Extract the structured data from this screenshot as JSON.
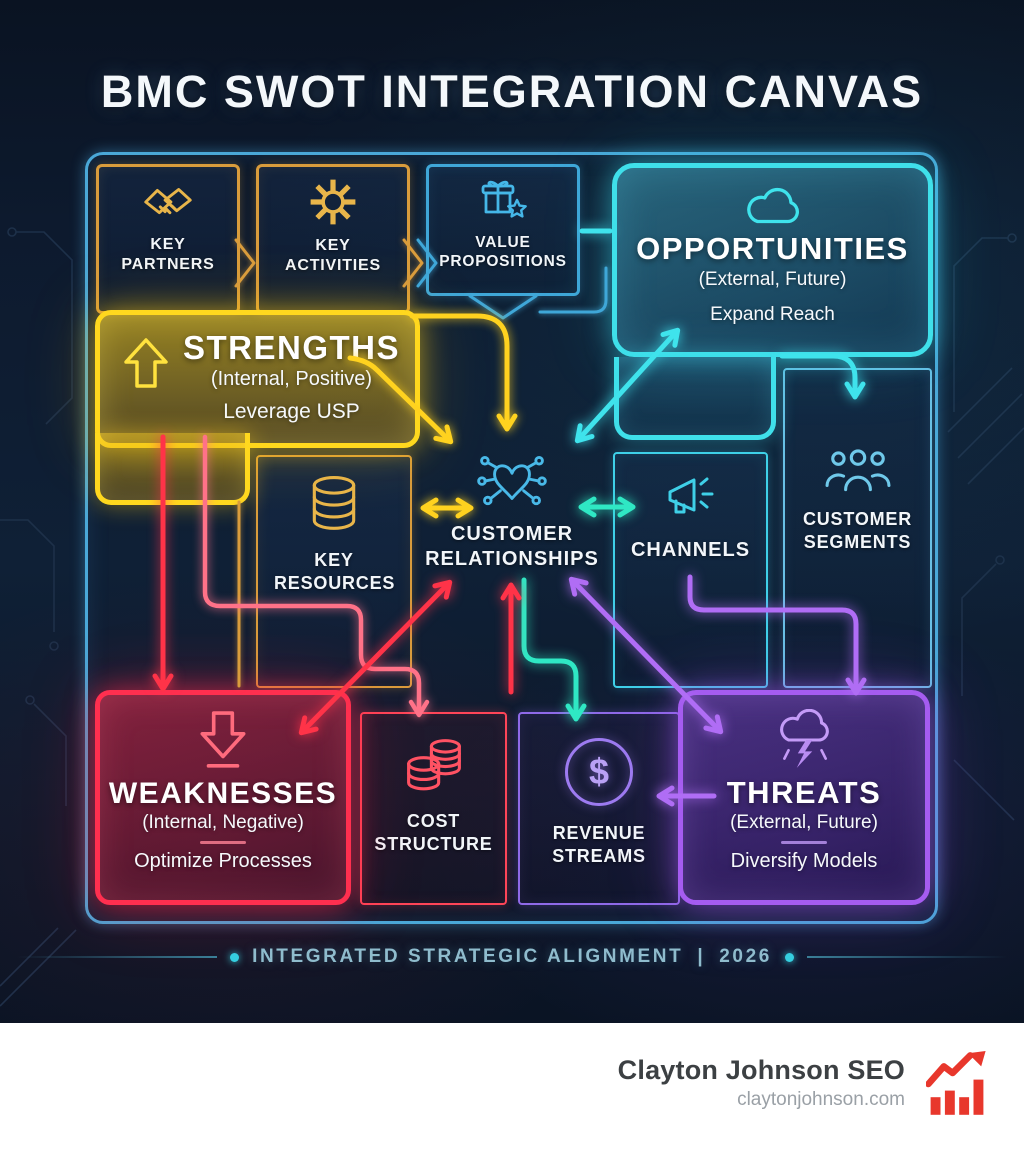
{
  "title": "BMC SWOT INTEGRATION CANVAS",
  "canvas_blocks": {
    "key_partners": "KEY PARTNERS",
    "key_activities": "KEY ACTIVITIES",
    "value_propositions": "VALUE PROPOSITIONS",
    "key_resources": "KEY RESOURCES",
    "customer_relationships": "CUSTOMER RELATIONSHIPS",
    "channels": "CHANNELS",
    "customer_segments": "CUSTOMER SEGMENTS",
    "cost_structure": "COST STRUCTURE",
    "revenue_streams": "REVENUE STREAMS"
  },
  "swot": {
    "strengths": {
      "title": "STRENGTHS",
      "subtitle": "(Internal, Positive)",
      "action": "Leverage USP"
    },
    "opportunities": {
      "title": "OPPORTUNITIES",
      "subtitle": "(External, Future)",
      "action": "Expand Reach"
    },
    "weaknesses": {
      "title": "WEAKNESSES",
      "subtitle": "(Internal, Negative)",
      "action": "Optimize Processes"
    },
    "threats": {
      "title": "THREATS",
      "subtitle": "(External, Future)",
      "action": "Diversify Models"
    }
  },
  "caption": {
    "label": "INTEGRATED STRATEGIC ALIGNMENT",
    "separator": "|",
    "year": "2026"
  },
  "footer": {
    "brand": "Clayton Johnson SEO",
    "website": "claytonjohnson.com"
  },
  "glyphs": {
    "dollar": "$"
  },
  "colors": {
    "background": "#0d1a2e",
    "frame": "#4aa8d8",
    "gold": "#d99c3c",
    "yellow": "#ffd81e",
    "blue": "#3fa7d8",
    "cyan": "#3fe0ea",
    "teal": "#2fe8c4",
    "red": "#ff2f4f",
    "pink": "#ff7288",
    "purple": "#a55cf0",
    "violet_arrow": "#b06df5",
    "caption_text": "#8fbccd",
    "footer_accent": "#e8372c"
  }
}
